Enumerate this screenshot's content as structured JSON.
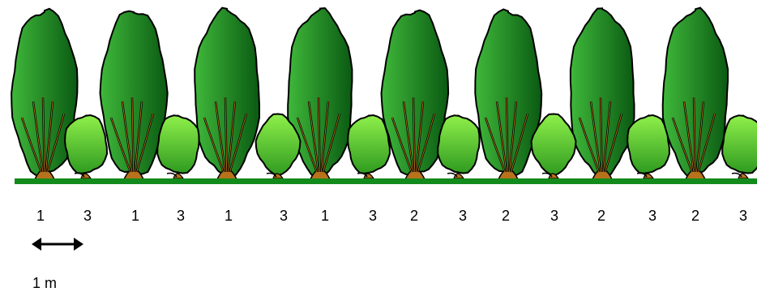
{
  "hedge": {
    "plants": [
      {
        "kind": "tall",
        "label": "1"
      },
      {
        "kind": "shrub",
        "label": "3"
      },
      {
        "kind": "tall",
        "label": "1"
      },
      {
        "kind": "shrub",
        "label": "3"
      },
      {
        "kind": "tall",
        "label": "1"
      },
      {
        "kind": "shrub",
        "label": "3"
      },
      {
        "kind": "tall",
        "label": "1"
      },
      {
        "kind": "shrub",
        "label": "3"
      },
      {
        "kind": "tall",
        "label": "2"
      },
      {
        "kind": "shrub",
        "label": "3"
      },
      {
        "kind": "tall",
        "label": "2"
      },
      {
        "kind": "shrub",
        "label": "3"
      },
      {
        "kind": "tall",
        "label": "2"
      },
      {
        "kind": "shrub",
        "label": "3"
      },
      {
        "kind": "tall",
        "label": "2"
      },
      {
        "kind": "shrub",
        "label": "3"
      }
    ],
    "ground_color": "#138a1c",
    "tall_colors": {
      "light": "#3fb83a",
      "dark": "#0a5a12"
    },
    "shrub_colors": {
      "light": "#8ff04a",
      "dark": "#2f9a20"
    },
    "trunk_color": "#b8721c"
  },
  "scale": {
    "label": "1 m",
    "icon": "double-arrow-icon"
  }
}
